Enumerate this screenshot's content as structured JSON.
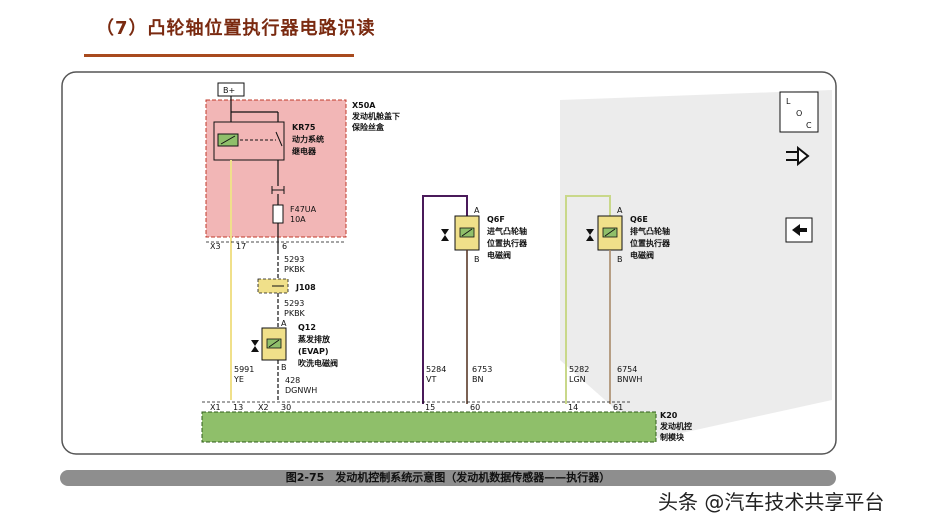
{
  "header": {
    "title": "（7）凸轮轴位置执行器电路识读"
  },
  "caption": "图2-75　发动机控制系统示意图（发动机数据传感器——执行器）",
  "watermark": "头条 @汽车技术共享平台",
  "colors": {
    "relay_box": "#f2b6b6",
    "relay_box_border": "#c0392b",
    "module": "#8fbf6a",
    "wire_vt": "#4a1a5a",
    "wire_lgn": "#c9d88a",
    "wire_ye": "#f0e08a",
    "frame": "#555555"
  },
  "schematic": {
    "battery_label": "B+",
    "connector_x50a": "X50A",
    "x50a_desc": [
      "发动机舱盖下",
      "保险丝盒"
    ],
    "relay_id": "KR75",
    "relay_desc": [
      "动力系统",
      "继电器"
    ],
    "fuse_id": "F47UA",
    "fuse_rating": "10A",
    "x3_label": "X3",
    "x3_pin_17": "17",
    "x3_pin_6": "6",
    "wire_5293_a": {
      "circuit": "5293",
      "color": "PKBK"
    },
    "splice_label": "J108",
    "wire_5293_b": {
      "circuit": "5293",
      "color": "PKBK"
    },
    "q12": {
      "id": "Q12",
      "desc": [
        "蒸发排放",
        "(EVAP)",
        "吹洗电磁阀"
      ],
      "pin_a": "A",
      "pin_b": "B"
    },
    "wire_5991": {
      "circuit": "5991",
      "color": "YE"
    },
    "wire_428": {
      "circuit": "428",
      "color": "DGNWH"
    },
    "q6f": {
      "id": "Q6F",
      "desc": [
        "进气凸轮轴",
        "位置执行器",
        "电磁阀"
      ],
      "pin_a": "A",
      "pin_b": "B"
    },
    "wire_5284": {
      "circuit": "5284",
      "color": "VT"
    },
    "wire_6753": {
      "circuit": "6753",
      "color": "BN"
    },
    "q6e": {
      "id": "Q6E",
      "desc": [
        "排气凸轮轴",
        "位置执行器",
        "电磁阀"
      ],
      "pin_a": "A",
      "pin_b": "B"
    },
    "wire_5282": {
      "circuit": "5282",
      "color": "LGN"
    },
    "wire_6754": {
      "circuit": "6754",
      "color": "BNWH"
    },
    "x1_label": "X1",
    "x2_label": "X2",
    "module_pins": [
      "13",
      "30",
      "15",
      "60",
      "14",
      "61"
    ],
    "module_id": "K20",
    "module_desc": [
      "发动机控",
      "制模块"
    ],
    "loc_letters": [
      "L",
      "O",
      "C"
    ]
  }
}
